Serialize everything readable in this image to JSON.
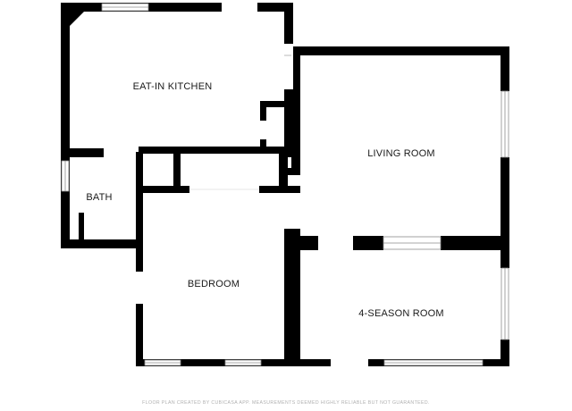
{
  "rooms": {
    "kitchen": "EAT-IN KITCHEN",
    "living": "LIVING ROOM",
    "bath": "BATH",
    "bedroom": "BEDROOM",
    "season": "4-SEASON ROOM"
  },
  "footer": "FLOOR PLAN CREATED BY CUBICASA APP. MEASUREMENTS DEEMED HIGHLY RELIABLE BUT NOT GUARANTEED.",
  "colors": {
    "wall": "#000000",
    "window": "#ffffff",
    "window_line": "#8c8c8c",
    "background": "#ffffff",
    "footer_text": "#b0b0b0"
  }
}
